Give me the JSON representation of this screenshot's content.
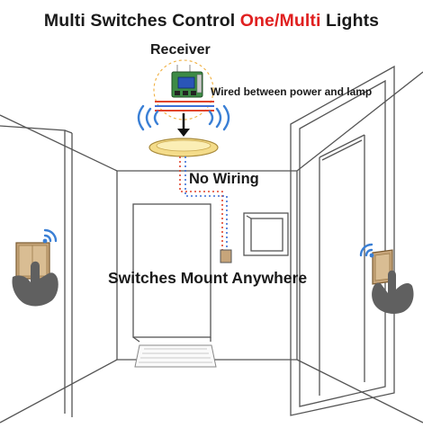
{
  "title": {
    "part1": "Multi Switches Control",
    "accent": "One/Multi",
    "part2": "Lights"
  },
  "labels": {
    "receiver": "Receiver",
    "wired": "Wired between power and lamp",
    "no_wiring": "No Wiring",
    "mount": "Switches Mount Anywhere"
  },
  "colors": {
    "accent": "#e02020",
    "wire_red": "#e0442c",
    "wire_blue": "#3b6fd6",
    "signal": "#3a7fd5",
    "switch_panel": "#c7a57a",
    "lamp": "#e9c25b",
    "hand": "#606060",
    "line": "#555555"
  }
}
